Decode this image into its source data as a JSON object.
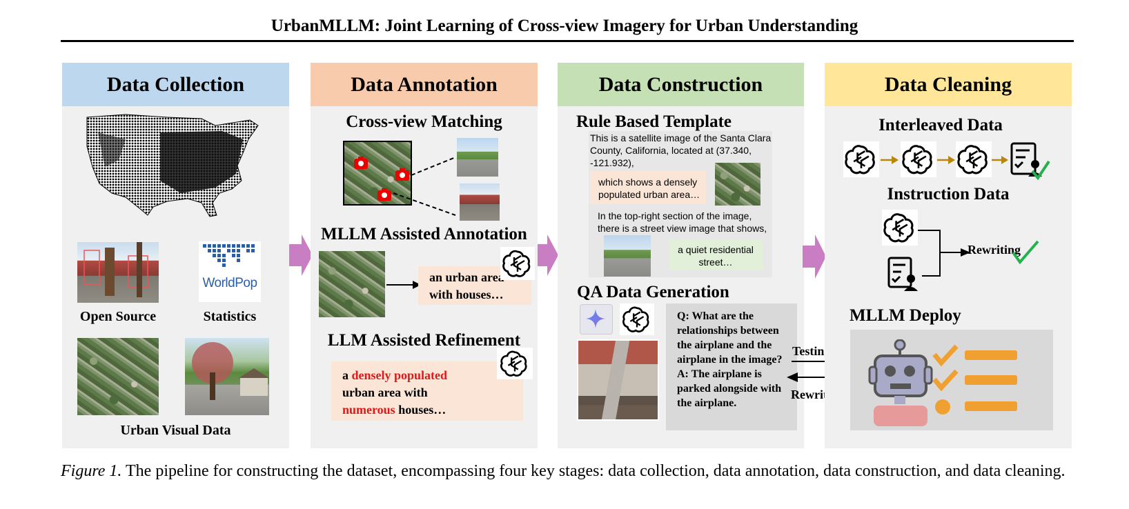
{
  "figure": {
    "title": "UrbanMLLM: Joint Learning of Cross-view Imagery for Urban Understanding",
    "caption_label": "Figure 1.",
    "caption_text": "The pipeline for constructing the dataset, encompassing four key stages: data collection, data annotation, data construction, and data cleaning."
  },
  "colors": {
    "collection": "#bdd7ee",
    "annotation": "#f8cbad",
    "construction": "#c5e0b4",
    "cleaning": "#ffe699",
    "arrow": "#c97ec4",
    "check": "#22b14c",
    "gold": "#b8860b",
    "orange": "#f0a030",
    "salmon_box": "#fbe5d6",
    "green_box": "#e2f0d9"
  },
  "collection": {
    "heading": "Data Collection",
    "open_source_label": "Open Source",
    "statistics_label": "Statistics",
    "worldpop_logo": "WorldPop",
    "urban_visual_label": "Urban Visual Data"
  },
  "annotation": {
    "heading": "Data Annotation",
    "cross_view_title": "Cross-view Matching",
    "mllm_title": "MLLM Assisted Annotation",
    "mllm_output": "an urban area with houses…",
    "llm_title": "LLM Assisted Refinement",
    "refine_parts": [
      "a ",
      "densely populated",
      " urban area with ",
      "numerous",
      " houses…"
    ]
  },
  "construction": {
    "heading": "Data Construction",
    "rule_title": "Rule Based Template",
    "rule_text_1": "This is a satellite image of the Santa Clara County, California, located at (37.340, -121.932),",
    "rule_box_1": "which shows a densely populated urban area…",
    "rule_text_2": "In the top-right section of the image, there is a street view image that shows,",
    "rule_box_2": "a quiet residential street…",
    "qa_title": "QA Data Generation",
    "qa_text": "Q: What are the relationships between the airplane and the airplane in the image?\nA:  The airplane is parked alongside with the airplane.",
    "testing_label": "Testing",
    "rewriting_label": "Rewriting"
  },
  "cleaning": {
    "heading": "Data Cleaning",
    "interleaved_title": "Interleaved Data",
    "instruction_title": "Instruction Data",
    "rewriting_label": "Rewriting",
    "deploy_title": "MLLM Deploy"
  },
  "icons": [
    "openai-logo-icon",
    "gemini-star-icon",
    "checklist-person-icon",
    "check-mark-icon",
    "robot-icon",
    "camera-marker-icon",
    "us-map-icon"
  ]
}
